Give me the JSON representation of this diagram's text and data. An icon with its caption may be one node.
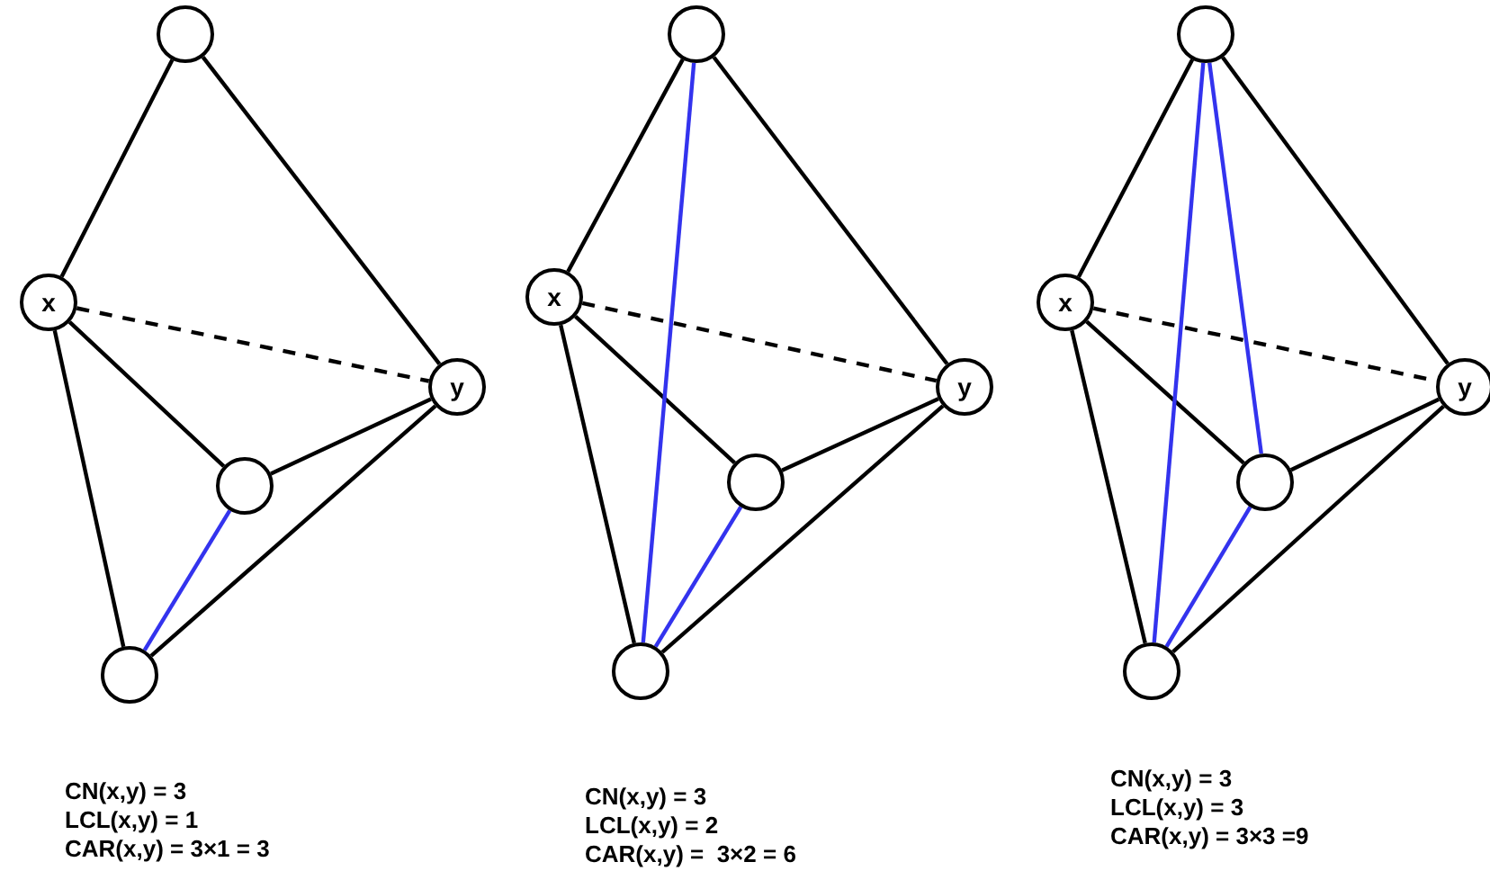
{
  "diagram": {
    "nodes": [
      {
        "text": [],
        "shape": "circle"
      },
      {
        "text": [
          "x"
        ]
      },
      {
        "text": [
          "y"
        ]
      },
      {
        "text": [],
        "shape": "circle"
      },
      {
        "text": [],
        "shape": "circle"
      },
      {
        "text": [],
        "shape": "circle"
      },
      {
        "text": [
          "x"
        ]
      },
      {
        "text": [
          "y"
        ]
      },
      {
        "text": [],
        "shape": "circle"
      },
      {
        "text": [],
        "shape": "circle"
      },
      {
        "text": [],
        "shape": "circle"
      },
      {
        "text": [
          "x"
        ]
      },
      {
        "text": [
          "y"
        ]
      },
      {
        "text": [],
        "shape": "circle"
      },
      {
        "text": [],
        "shape": "circle"
      }
    ],
    "edges": [
      {
        "from": 0,
        "to": 1,
        "arrow": "none"
      },
      {
        "from": 0,
        "to": 2,
        "arrow": "none"
      },
      {
        "from": 1,
        "to": 2,
        "arrow": "none",
        "style": "dashed"
      },
      {
        "from": 1,
        "to": 3,
        "arrow": "none"
      },
      {
        "from": 1,
        "to": 4,
        "arrow": "none"
      },
      {
        "from": 2,
        "to": 3,
        "arrow": "none"
      },
      {
        "from": 2,
        "to": 4,
        "arrow": "none"
      },
      {
        "from": 3,
        "to": 4,
        "arrow": "none",
        "color": "#3333ee"
      },
      {
        "from": 5,
        "to": 6,
        "arrow": "none"
      },
      {
        "from": 5,
        "to": 7,
        "arrow": "none"
      },
      {
        "from": 6,
        "to": 7,
        "arrow": "none",
        "style": "dashed"
      },
      {
        "from": 6,
        "to": 8,
        "arrow": "none"
      },
      {
        "from": 6,
        "to": 9,
        "arrow": "none"
      },
      {
        "from": 7,
        "to": 8,
        "arrow": "none"
      },
      {
        "from": 7,
        "to": 9,
        "arrow": "none"
      },
      {
        "from": 8,
        "to": 9,
        "arrow": "none",
        "color": "#3333ee"
      },
      {
        "from": 5,
        "to": 9,
        "arrow": "none",
        "color": "#3333ee"
      },
      {
        "from": 10,
        "to": 11,
        "arrow": "none"
      },
      {
        "from": 10,
        "to": 12,
        "arrow": "none"
      },
      {
        "from": 11,
        "to": 12,
        "arrow": "none",
        "style": "dashed"
      },
      {
        "from": 11,
        "to": 13,
        "arrow": "none"
      },
      {
        "from": 11,
        "to": 14,
        "arrow": "none"
      },
      {
        "from": 12,
        "to": 13,
        "arrow": "none"
      },
      {
        "from": 12,
        "to": 14,
        "arrow": "none"
      },
      {
        "from": 13,
        "to": 14,
        "arrow": "none",
        "color": "#3333ee"
      },
      {
        "from": 10,
        "to": 14,
        "arrow": "none",
        "color": "#3333ee"
      },
      {
        "from": 10,
        "to": 13,
        "arrow": "none",
        "color": "#3333ee"
      }
    ],
    "labels": [
      "CN(x,y) = 3",
      "LCL(x,y) = 1",
      "CAR(x,y) = 3×1 = 3",
      "CN(x,y) = 3",
      "LCL(x,y) = 2",
      "CAR(x,y) =  3×2 = 6",
      "CN(x,y) = 3",
      "LCL(x,y) = 3",
      "CAR(x,y) = 3×3 =9"
    ]
  }
}
